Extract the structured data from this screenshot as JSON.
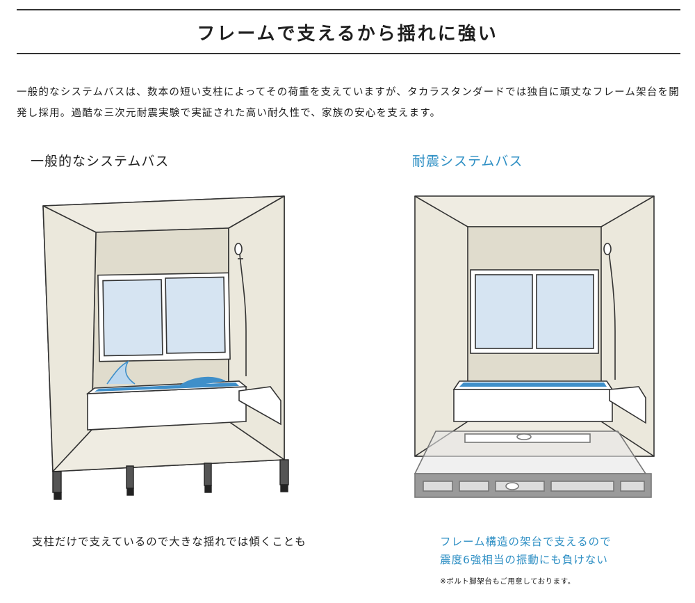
{
  "title": "フレームで支えるから揺れに強い",
  "intro": "一般的なシステムバスは、数本の短い支柱によってその荷重を支えていますが、タカラスタンダードでは独自に頑丈なフレーム架台を開発し採用。過酷な三次元耐震実験で実証された高い耐久性で、家族の安心を支えます。",
  "left": {
    "heading": "一般的なシステムバス",
    "caption": "支柱だけで支えているので大きな揺れでは傾くことも"
  },
  "right": {
    "heading": "耐震システムバス",
    "caption_line1": "フレーム構造の架台で支えるので",
    "caption_line2": "震度6強相当の振動にも負けない",
    "note": "※ボルト脚架台もご用意しております。"
  },
  "colors": {
    "accent": "#2e8fc4",
    "wall": "#ebe8dc",
    "back_wall": "#e0dccd",
    "window": "#d6e4f2",
    "water": "#3f8fc9"
  }
}
